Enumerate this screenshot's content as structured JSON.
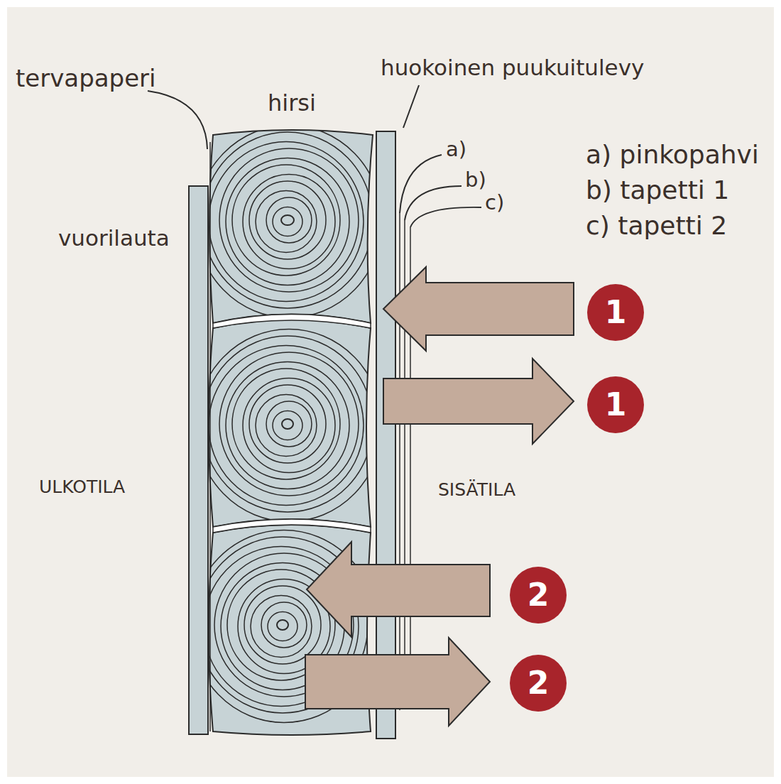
{
  "diagram": {
    "nodes": [
      {
        "text": [
          "1"
        ]
      },
      {
        "text": [
          "1"
        ]
      },
      {
        "text": [
          "2"
        ]
      },
      {
        "text": [
          "2"
        ]
      }
    ],
    "labels": [
      "tervapaperi",
      "hirsi",
      "huokoinen puukuitulevy",
      "vuorilauta",
      "ULKOTILA",
      "SISÄTILA",
      "a)",
      "b)",
      "c)",
      "a) pinkopahvi",
      "b) tapetti 1",
      "c) tapetti 2"
    ]
  }
}
